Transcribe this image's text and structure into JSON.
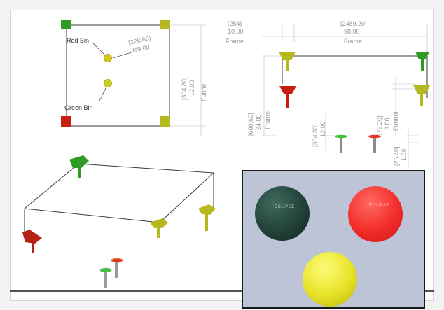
{
  "colors": {
    "frame": "#3a3a3a",
    "red": "#d62d1e",
    "green": "#2e9b22",
    "yellow": "#b6b81f",
    "dimension": "#9a9a9a",
    "photo_background": "#bcc4d6",
    "ball_dark_green": "#22423a",
    "ball_red": "#f32c2a",
    "ball_yellow": "#e7e227"
  },
  "top_view": {
    "red_bin_label": "Red Bin",
    "green_bin_label": "Green Bin",
    "bin_dimension": [
      "[228.60]",
      "Ø9.00"
    ],
    "side_dimension": [
      "[304.80]",
      "12.00",
      "Funnel"
    ]
  },
  "front_view": {
    "left_frame_dimension": [
      "[254]",
      "10.00",
      "Frame"
    ],
    "top_frame_dimension": [
      "[2489.20]",
      "98.00",
      "Frame"
    ],
    "height_frame_dimension": [
      "[609.60]",
      "24.00",
      "Frame"
    ],
    "funnel_dimension": [
      "[76.20]",
      "3.00",
      "Funnel"
    ],
    "bin_height_dimension": [
      "[304.80]",
      "12.00"
    ],
    "bin_base_dimension": [
      "[25.40]",
      "1.00"
    ]
  },
  "photo": {
    "ball_texts": [
      "ECLIPSE",
      "ECLIPSE"
    ]
  }
}
